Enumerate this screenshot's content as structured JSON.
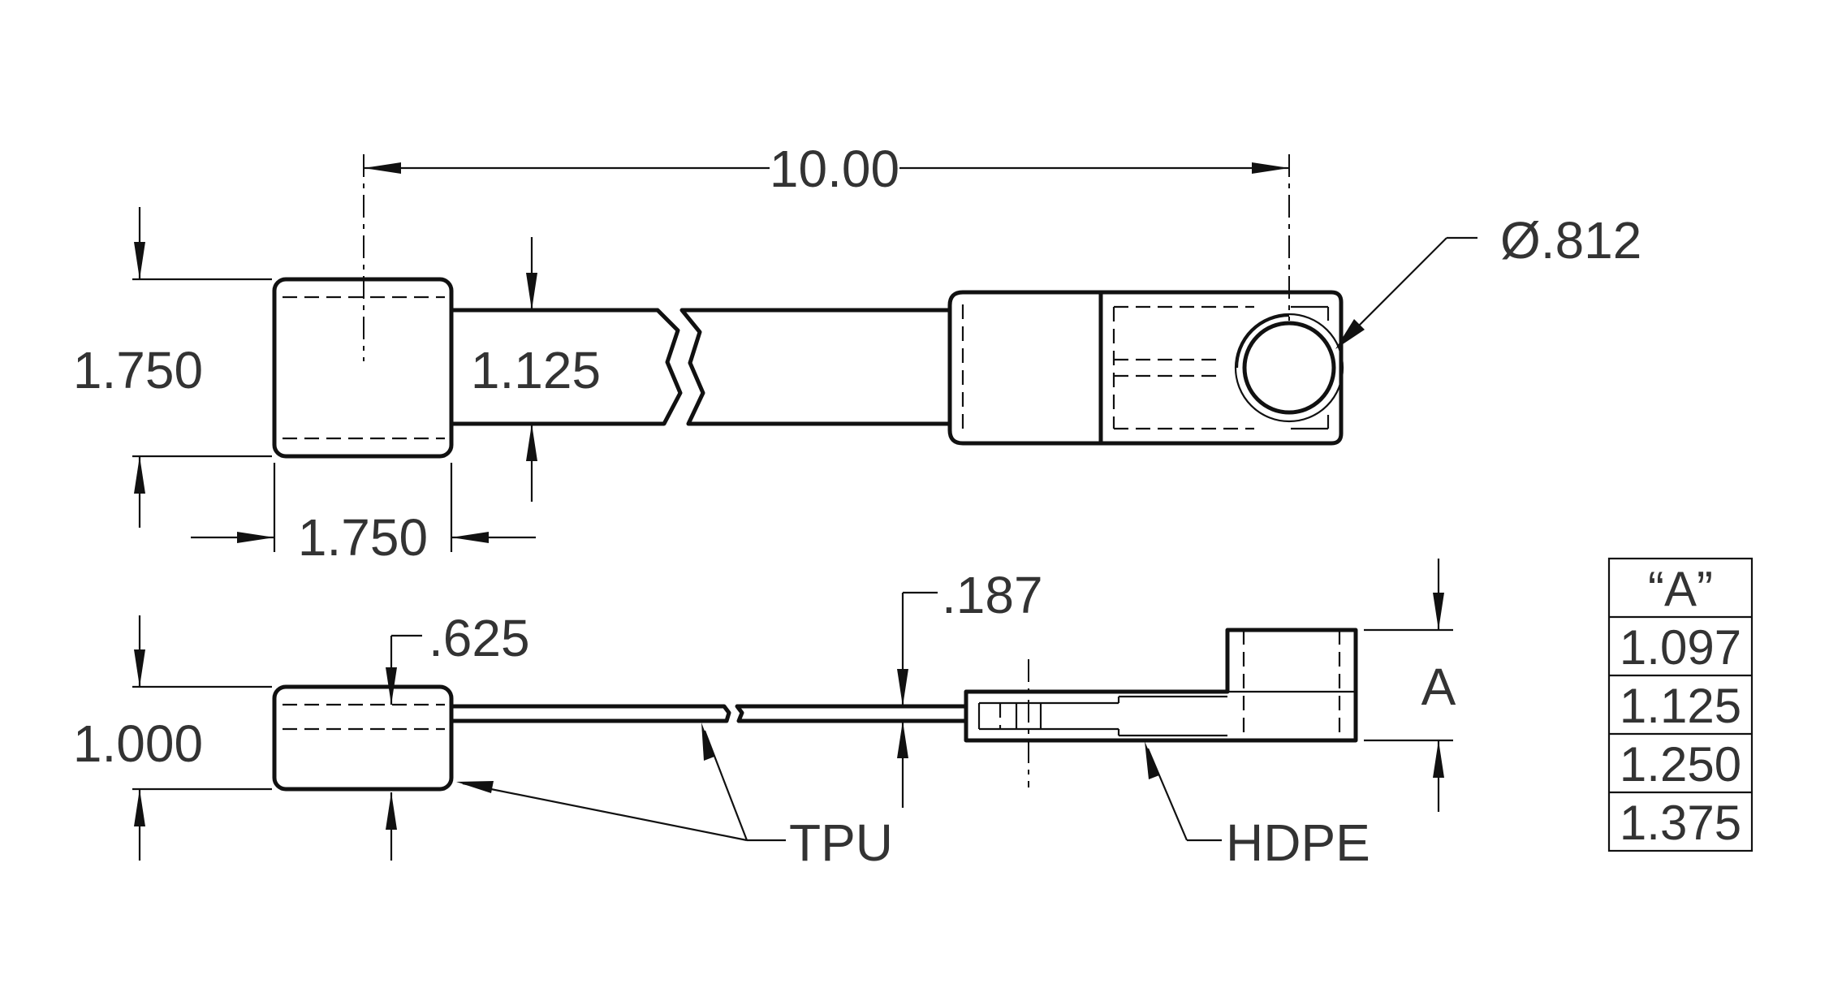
{
  "dimensions": {
    "overall_length": "10.00",
    "end_height": "1.750",
    "end_width": "1.750",
    "strap_width": "1.125",
    "hole_diameter": "Ø.812",
    "end_thickness": "1.000",
    "end_pocket": ".625",
    "strap_thickness": ".187",
    "hinge_height": "A"
  },
  "materials": {
    "strap_material": "TPU",
    "hinge_material": "HDPE"
  },
  "table": {
    "header": "“A”",
    "rows": [
      "1.097",
      "1.125",
      "1.250",
      "1.375"
    ]
  }
}
